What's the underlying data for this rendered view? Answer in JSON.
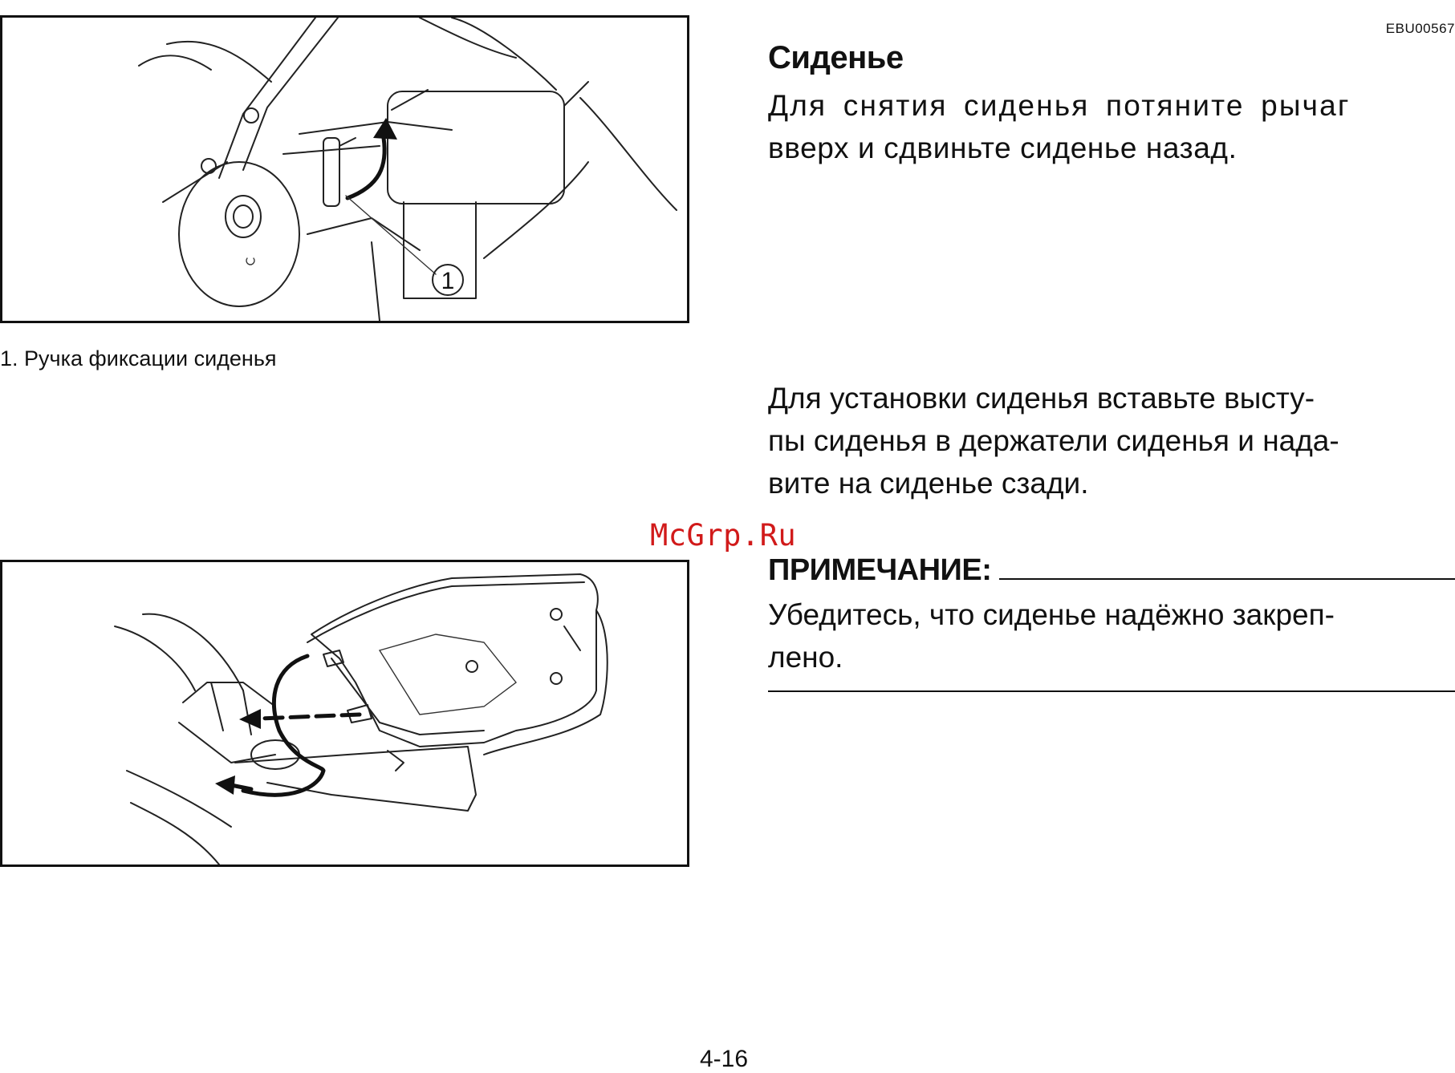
{
  "doc_code": "EBU00567",
  "section": {
    "title": "Сиденье",
    "removal_lines": [
      "Для снятия сиденья потяните рычаг",
      "вверх и сдвиньте сиденье назад."
    ],
    "install_lines": [
      "Для установки сиденья вставьте высту-",
      "пы сиденья в держатели сиденья и нада-",
      "вите на сиденье сзади."
    ]
  },
  "figure1": {
    "callout": "1",
    "caption": "1. Ручка фиксации сиденья"
  },
  "note": {
    "label": "ПРИМЕЧАНИЕ:",
    "lines": [
      "Убедитесь, что сиденье надёжно закреп-",
      "лено."
    ]
  },
  "watermark": "McGrp.Ru",
  "page_number": "4-16"
}
